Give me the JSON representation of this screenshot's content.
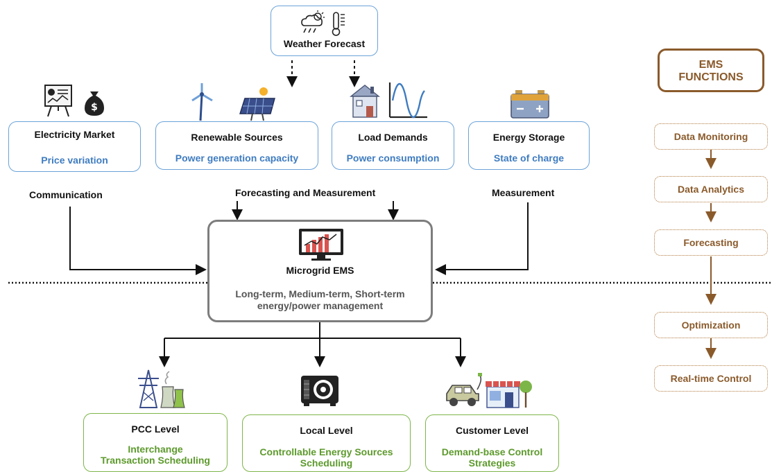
{
  "weather": {
    "label": "Weather Forecast"
  },
  "sources": [
    {
      "title": "Electricity Market",
      "subtitle": "Price variation"
    },
    {
      "title": "Renewable Sources",
      "subtitle": "Power generation capacity"
    },
    {
      "title": "Load Demands",
      "subtitle": "Power consumption"
    },
    {
      "title": "Energy Storage",
      "subtitle": "State of charge"
    }
  ],
  "links": {
    "communication": "Communication",
    "forecasting": "Forecasting and Measurement",
    "measurement": "Measurement"
  },
  "ems": {
    "title": "Microgrid EMS",
    "line1": "Long-term, Medium-term, Short-term",
    "line2": "energy/power management"
  },
  "levels": [
    {
      "title": "PCC Level",
      "line1": "Interchange",
      "line2": "Transaction Scheduling"
    },
    {
      "title": "Local Level",
      "line1": "Controllable Energy Sources",
      "line2": "Scheduling"
    },
    {
      "title": "Customer Level",
      "line1": "Demand-base Control",
      "line2": "Strategies"
    }
  ],
  "functions": {
    "header_line1": "EMS",
    "header_line2": "FUNCTIONS",
    "steps": [
      "Data Monitoring",
      "Data Analytics",
      "Forecasting",
      "Optimization",
      "Real-time Control"
    ]
  },
  "colors": {
    "blue": "#3f7cc0",
    "green": "#5d9a2c",
    "brown": "#8a5a2b",
    "gray": "#7d7d7d"
  }
}
